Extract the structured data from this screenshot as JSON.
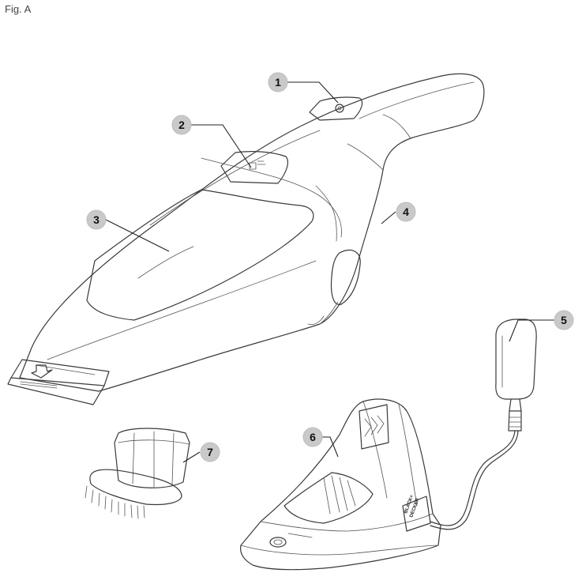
{
  "figure": {
    "label": "Fig. A"
  },
  "callouts": [
    {
      "number": "1"
    },
    {
      "number": "2"
    },
    {
      "number": "3"
    },
    {
      "number": "4"
    },
    {
      "number": "5"
    },
    {
      "number": "6"
    },
    {
      "number": "7"
    }
  ],
  "base_logo": {
    "line1": "BLACK+",
    "line2": "DECKER"
  }
}
